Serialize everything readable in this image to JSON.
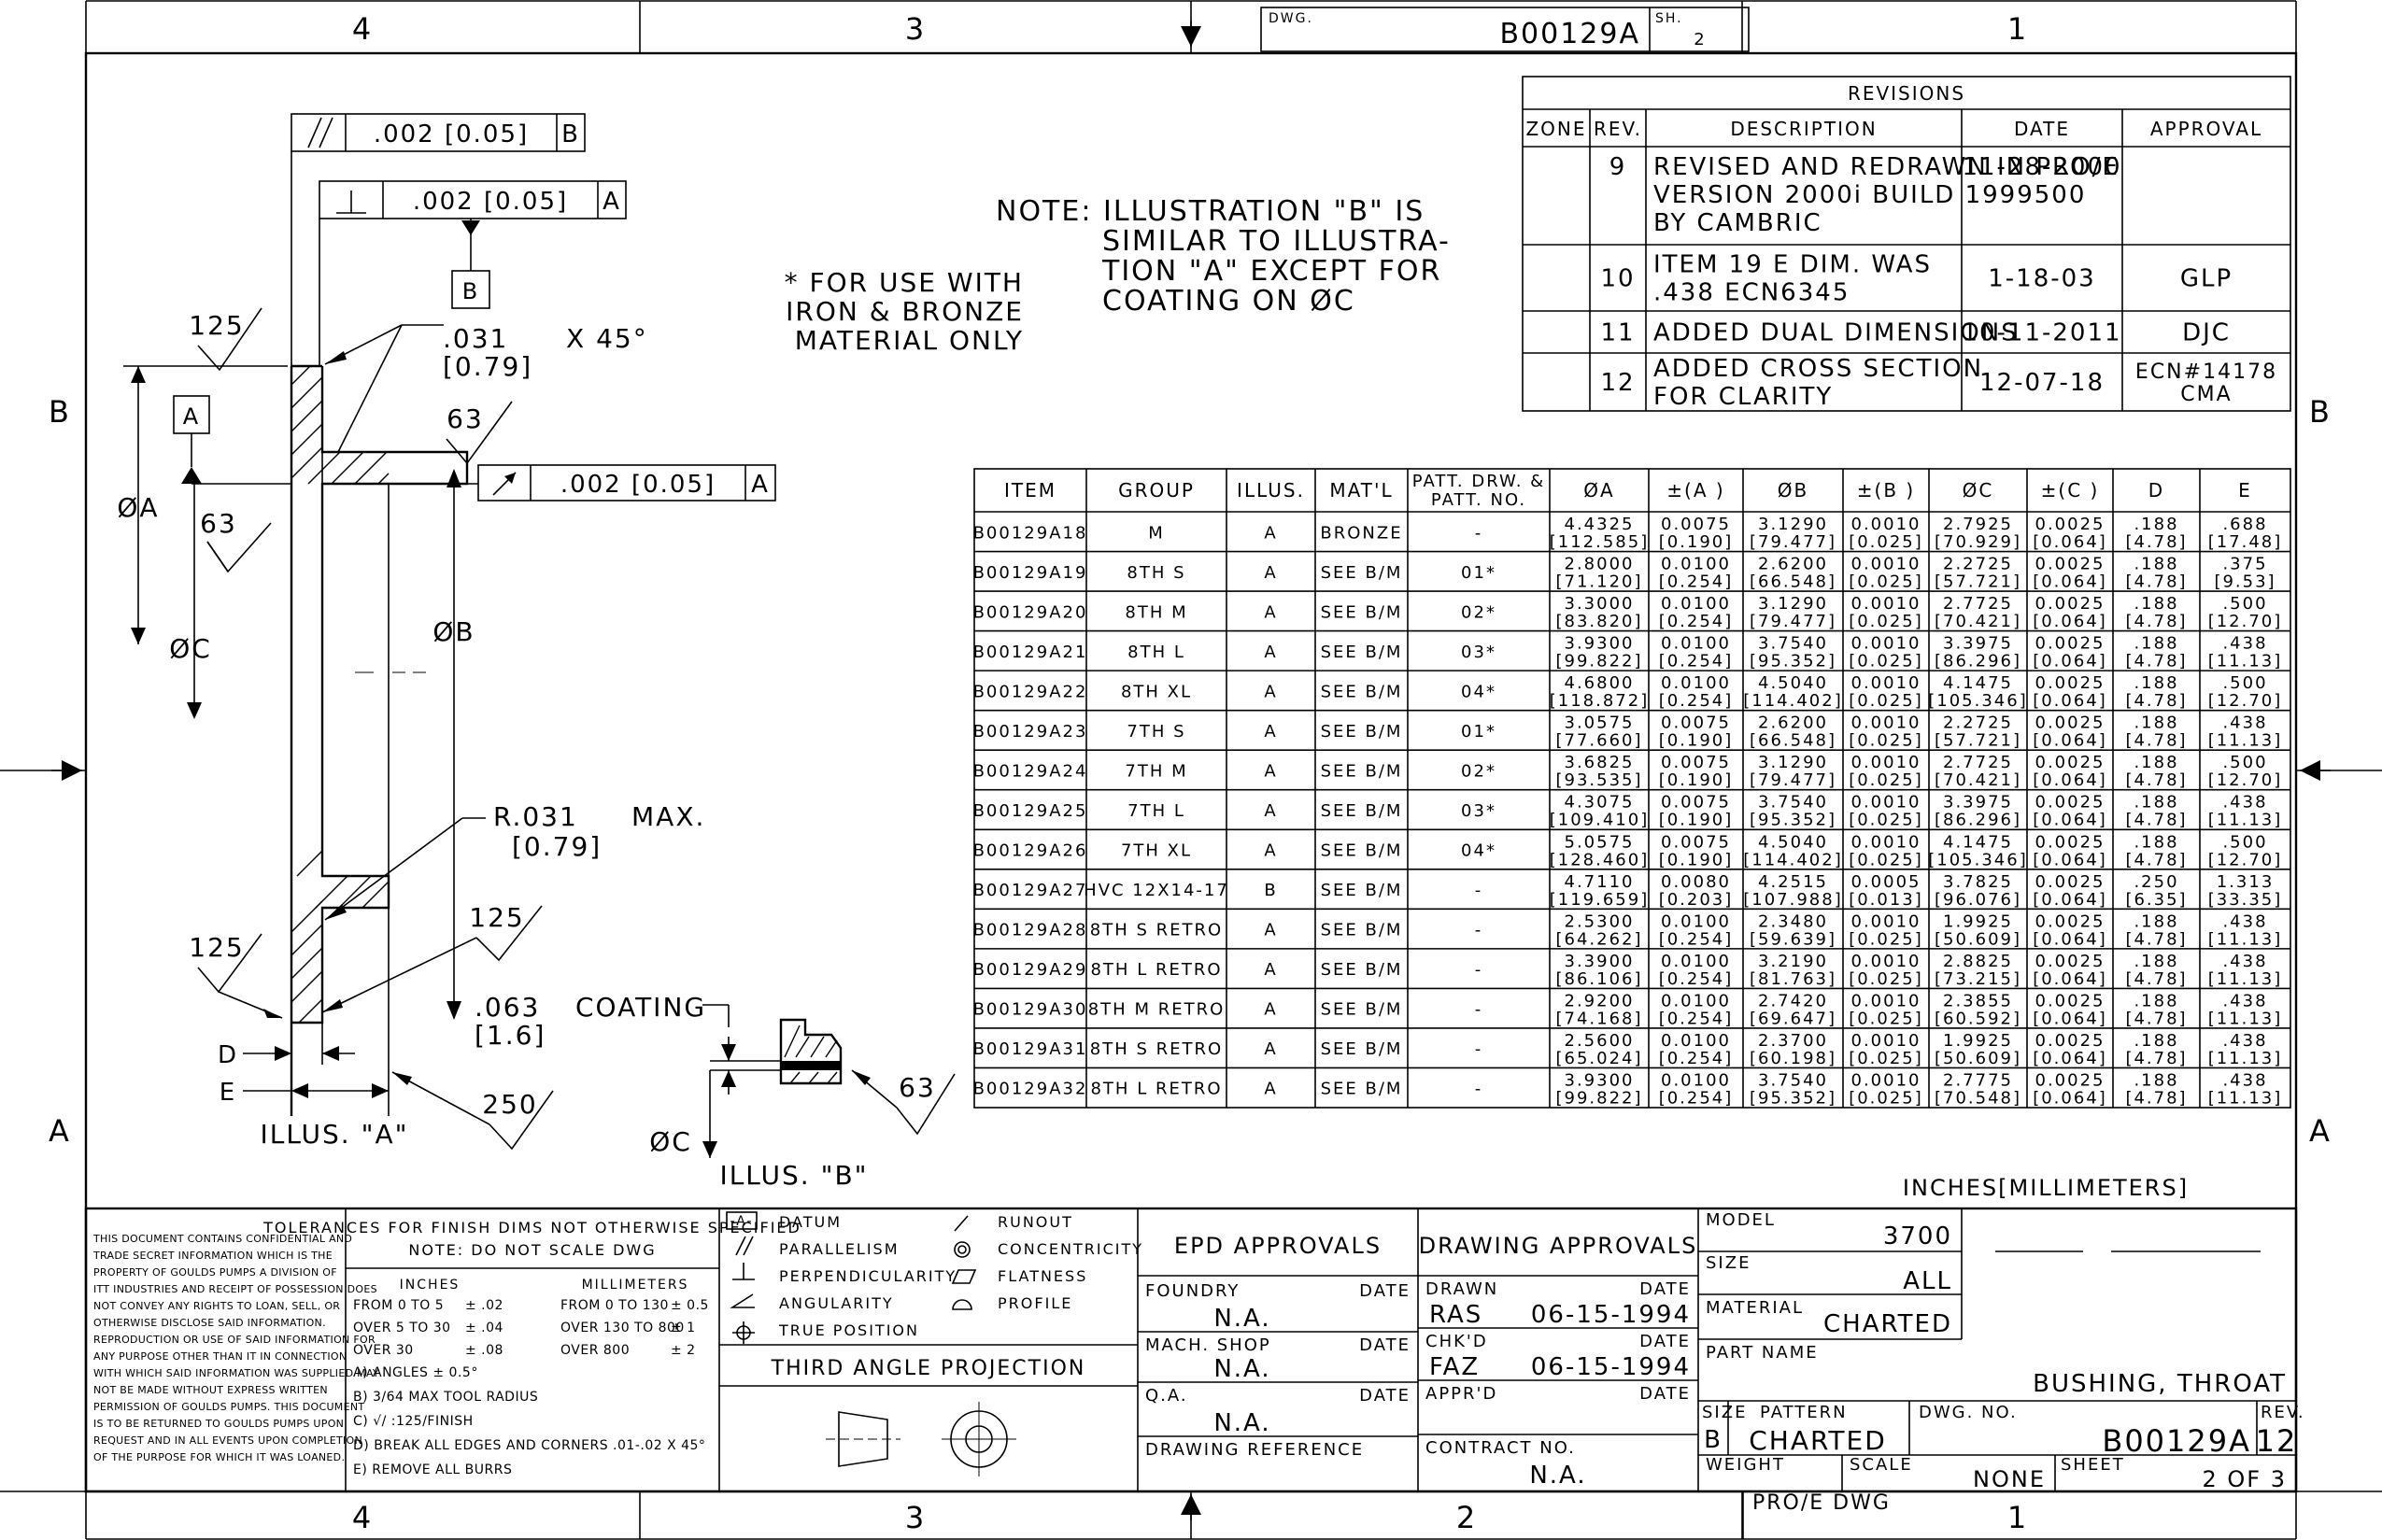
{
  "frame": {
    "top_zones": [
      "4",
      "3",
      "1"
    ],
    "bottom_zones": [
      "4",
      "3",
      "2",
      "1"
    ],
    "side_zones": [
      "B",
      "A"
    ],
    "dwg_label": "DWG.",
    "dwg_number": "B00129A",
    "sh_label": "SH.",
    "sh_value": "2"
  },
  "revisions": {
    "title": "REVISIONS",
    "headers": [
      "ZONE",
      "REV.",
      "DESCRIPTION",
      "DATE",
      "APPROVAL"
    ],
    "rows": [
      {
        "rev": "9",
        "desc": [
          "REVISED AND REDRAWN IN PRO/E",
          "VERSION 2000i BUILD 1999500",
          "BY CAMBRIC"
        ],
        "date": "11-28-2000",
        "approval": [
          ""
        ]
      },
      {
        "rev": "10",
        "desc": [
          "ITEM 19 E DIM. WAS",
          ".438 ECN6345"
        ],
        "date": "1-18-03",
        "approval": [
          "GLP"
        ]
      },
      {
        "rev": "11",
        "desc": [
          "ADDED DUAL DIMENSIONS"
        ],
        "date": "10-11-2011",
        "approval": [
          "DJC"
        ]
      },
      {
        "rev": "12",
        "desc": [
          "ADDED CROSS SECTION",
          "FOR CLARITY"
        ],
        "date": "12-07-18",
        "approval": [
          "ECN#14178",
          "CMA"
        ]
      }
    ]
  },
  "notes": {
    "note_main": [
      "NOTE: ILLUSTRATION \"B\" IS",
      "SIMILAR TO ILLUSTRA-",
      "TION \"A\" EXCEPT FOR",
      "COATING ON ØC"
    ],
    "note_iron": [
      "* FOR USE WITH",
      "IRON & BRONZE",
      "MATERIAL ONLY"
    ]
  },
  "drawing": {
    "fcf_parallel": {
      "tol": ".002 [0.05]",
      "datum": "B"
    },
    "fcf_perp": {
      "tol": ".002 [0.05]",
      "datum": "A"
    },
    "fcf_runout": {
      "tol": ".002 [0.05]",
      "datum": "A"
    },
    "datum_a": "A",
    "datum_b": "B",
    "chamfer": ".031",
    "chamfer_angle": "X 45°",
    "chamfer_mm": "[0.79]",
    "finish_125": "125",
    "finish_63": "63",
    "finish_250": "250",
    "radius": "R.031",
    "radius_max": "MAX.",
    "radius_mm": "[0.79]",
    "coating": ".063",
    "coating_word": "COATING",
    "coating_mm": "[1.6]",
    "dim_a": "ØA",
    "dim_b": "ØB",
    "dim_c": "ØC",
    "dim_d": "D",
    "dim_e": "E",
    "illus_a": "ILLUS. \"A\"",
    "illus_b": "ILLUS. \"B\"",
    "units_note": "INCHES[MILLIMETERS]"
  },
  "parts_table": {
    "headers": [
      "ITEM",
      "GROUP",
      "ILLUS.",
      "MAT'L",
      "PATT. DRW. &",
      "PATT. NO.",
      "ØA",
      "±(A )",
      "ØB",
      "±(B )",
      "ØC",
      "±(C )",
      "D",
      "E"
    ],
    "rows": [
      {
        "item": "B00129A18",
        "group": "M",
        "illus": "A",
        "matl": "BRONZE",
        "patt": "-",
        "a": [
          "4.4325",
          "[112.585]"
        ],
        "pa": [
          "0.0075",
          "[0.190]"
        ],
        "b": [
          "3.1290",
          "[79.477]"
        ],
        "pb": [
          "0.0010",
          "[0.025]"
        ],
        "c": [
          "2.7925",
          "[70.929]"
        ],
        "pc": [
          "0.0025",
          "[0.064]"
        ],
        "d": [
          ".188",
          "[4.78]"
        ],
        "e": [
          ".688",
          "[17.48]"
        ]
      },
      {
        "item": "B00129A19",
        "group": "8TH S",
        "illus": "A",
        "matl": "SEE B/M",
        "patt": "01*",
        "a": [
          "2.8000",
          "[71.120]"
        ],
        "pa": [
          "0.0100",
          "[0.254]"
        ],
        "b": [
          "2.6200",
          "[66.548]"
        ],
        "pb": [
          "0.0010",
          "[0.025]"
        ],
        "c": [
          "2.2725",
          "[57.721]"
        ],
        "pc": [
          "0.0025",
          "[0.064]"
        ],
        "d": [
          ".188",
          "[4.78]"
        ],
        "e": [
          ".375",
          "[9.53]"
        ]
      },
      {
        "item": "B00129A20",
        "group": "8TH M",
        "illus": "A",
        "matl": "SEE B/M",
        "patt": "02*",
        "a": [
          "3.3000",
          "[83.820]"
        ],
        "pa": [
          "0.0100",
          "[0.254]"
        ],
        "b": [
          "3.1290",
          "[79.477]"
        ],
        "pb": [
          "0.0010",
          "[0.025]"
        ],
        "c": [
          "2.7725",
          "[70.421]"
        ],
        "pc": [
          "0.0025",
          "[0.064]"
        ],
        "d": [
          ".188",
          "[4.78]"
        ],
        "e": [
          ".500",
          "[12.70]"
        ]
      },
      {
        "item": "B00129A21",
        "group": "8TH L",
        "illus": "A",
        "matl": "SEE B/M",
        "patt": "03*",
        "a": [
          "3.9300",
          "[99.822]"
        ],
        "pa": [
          "0.0100",
          "[0.254]"
        ],
        "b": [
          "3.7540",
          "[95.352]"
        ],
        "pb": [
          "0.0010",
          "[0.025]"
        ],
        "c": [
          "3.3975",
          "[86.296]"
        ],
        "pc": [
          "0.0025",
          "[0.064]"
        ],
        "d": [
          ".188",
          "[4.78]"
        ],
        "e": [
          ".438",
          "[11.13]"
        ]
      },
      {
        "item": "B00129A22",
        "group": "8TH XL",
        "illus": "A",
        "matl": "SEE B/M",
        "patt": "04*",
        "a": [
          "4.6800",
          "[118.872]"
        ],
        "pa": [
          "0.0100",
          "[0.254]"
        ],
        "b": [
          "4.5040",
          "[114.402]"
        ],
        "pb": [
          "0.0010",
          "[0.025]"
        ],
        "c": [
          "4.1475",
          "[105.346]"
        ],
        "pc": [
          "0.0025",
          "[0.064]"
        ],
        "d": [
          ".188",
          "[4.78]"
        ],
        "e": [
          ".500",
          "[12.70]"
        ]
      },
      {
        "item": "B00129A23",
        "group": "7TH S",
        "illus": "A",
        "matl": "SEE B/M",
        "patt": "01*",
        "a": [
          "3.0575",
          "[77.660]"
        ],
        "pa": [
          "0.0075",
          "[0.190]"
        ],
        "b": [
          "2.6200",
          "[66.548]"
        ],
        "pb": [
          "0.0010",
          "[0.025]"
        ],
        "c": [
          "2.2725",
          "[57.721]"
        ],
        "pc": [
          "0.0025",
          "[0.064]"
        ],
        "d": [
          ".188",
          "[4.78]"
        ],
        "e": [
          ".438",
          "[11.13]"
        ]
      },
      {
        "item": "B00129A24",
        "group": "7TH M",
        "illus": "A",
        "matl": "SEE B/M",
        "patt": "02*",
        "a": [
          "3.6825",
          "[93.535]"
        ],
        "pa": [
          "0.0075",
          "[0.190]"
        ],
        "b": [
          "3.1290",
          "[79.477]"
        ],
        "pb": [
          "0.0010",
          "[0.025]"
        ],
        "c": [
          "2.7725",
          "[70.421]"
        ],
        "pc": [
          "0.0025",
          "[0.064]"
        ],
        "d": [
          ".188",
          "[4.78]"
        ],
        "e": [
          ".500",
          "[12.70]"
        ]
      },
      {
        "item": "B00129A25",
        "group": "7TH L",
        "illus": "A",
        "matl": "SEE B/M",
        "patt": "03*",
        "a": [
          "4.3075",
          "[109.410]"
        ],
        "pa": [
          "0.0075",
          "[0.190]"
        ],
        "b": [
          "3.7540",
          "[95.352]"
        ],
        "pb": [
          "0.0010",
          "[0.025]"
        ],
        "c": [
          "3.3975",
          "[86.296]"
        ],
        "pc": [
          "0.0025",
          "[0.064]"
        ],
        "d": [
          ".188",
          "[4.78]"
        ],
        "e": [
          ".438",
          "[11.13]"
        ]
      },
      {
        "item": "B00129A26",
        "group": "7TH XL",
        "illus": "A",
        "matl": "SEE B/M",
        "patt": "04*",
        "a": [
          "5.0575",
          "[128.460]"
        ],
        "pa": [
          "0.0075",
          "[0.190]"
        ],
        "b": [
          "4.5040",
          "[114.402]"
        ],
        "pb": [
          "0.0010",
          "[0.025]"
        ],
        "c": [
          "4.1475",
          "[105.346]"
        ],
        "pc": [
          "0.0025",
          "[0.064]"
        ],
        "d": [
          ".188",
          "[4.78]"
        ],
        "e": [
          ".500",
          "[12.70]"
        ]
      },
      {
        "item": "B00129A27",
        "group": "HVC 12X14-17",
        "illus": "B",
        "matl": "SEE B/M",
        "patt": "-",
        "a": [
          "4.7110",
          "[119.659]"
        ],
        "pa": [
          "0.0080",
          "[0.203]"
        ],
        "b": [
          "4.2515",
          "[107.988]"
        ],
        "pb": [
          "0.0005",
          "[0.013]"
        ],
        "c": [
          "3.7825",
          "[96.076]"
        ],
        "pc": [
          "0.0025",
          "[0.064]"
        ],
        "d": [
          ".250",
          "[6.35]"
        ],
        "e": [
          "1.313",
          "[33.35]"
        ]
      },
      {
        "item": "B00129A28",
        "group": "8TH S RETRO",
        "illus": "A",
        "matl": "SEE B/M",
        "patt": "-",
        "a": [
          "2.5300",
          "[64.262]"
        ],
        "pa": [
          "0.0100",
          "[0.254]"
        ],
        "b": [
          "2.3480",
          "[59.639]"
        ],
        "pb": [
          "0.0010",
          "[0.025]"
        ],
        "c": [
          "1.9925",
          "[50.609]"
        ],
        "pc": [
          "0.0025",
          "[0.064]"
        ],
        "d": [
          ".188",
          "[4.78]"
        ],
        "e": [
          ".438",
          "[11.13]"
        ]
      },
      {
        "item": "B00129A29",
        "group": "8TH L RETRO",
        "illus": "A",
        "matl": "SEE B/M",
        "patt": "-",
        "a": [
          "3.3900",
          "[86.106]"
        ],
        "pa": [
          "0.0100",
          "[0.254]"
        ],
        "b": [
          "3.2190",
          "[81.763]"
        ],
        "pb": [
          "0.0010",
          "[0.025]"
        ],
        "c": [
          "2.8825",
          "[73.215]"
        ],
        "pc": [
          "0.0025",
          "[0.064]"
        ],
        "d": [
          ".188",
          "[4.78]"
        ],
        "e": [
          ".438",
          "[11.13]"
        ]
      },
      {
        "item": "B00129A30",
        "group": "8TH M RETRO",
        "illus": "A",
        "matl": "SEE B/M",
        "patt": "-",
        "a": [
          "2.9200",
          "[74.168]"
        ],
        "pa": [
          "0.0100",
          "[0.254]"
        ],
        "b": [
          "2.7420",
          "[69.647]"
        ],
        "pb": [
          "0.0010",
          "[0.025]"
        ],
        "c": [
          "2.3855",
          "[60.592]"
        ],
        "pc": [
          "0.0025",
          "[0.064]"
        ],
        "d": [
          ".188",
          "[4.78]"
        ],
        "e": [
          ".438",
          "[11.13]"
        ]
      },
      {
        "item": "B00129A31",
        "group": "8TH S RETRO",
        "illus": "A",
        "matl": "SEE B/M",
        "patt": "-",
        "a": [
          "2.5600",
          "[65.024]"
        ],
        "pa": [
          "0.0100",
          "[0.254]"
        ],
        "b": [
          "2.3700",
          "[60.198]"
        ],
        "pb": [
          "0.0010",
          "[0.025]"
        ],
        "c": [
          "1.9925",
          "[50.609]"
        ],
        "pc": [
          "0.0025",
          "[0.064]"
        ],
        "d": [
          ".188",
          "[4.78]"
        ],
        "e": [
          ".438",
          "[11.13]"
        ]
      },
      {
        "item": "B00129A32",
        "group": "8TH L RETRO",
        "illus": "A",
        "matl": "SEE B/M",
        "patt": "-",
        "a": [
          "3.9300",
          "[99.822]"
        ],
        "pa": [
          "0.0100",
          "[0.254]"
        ],
        "b": [
          "3.7540",
          "[95.352]"
        ],
        "pb": [
          "0.0010",
          "[0.025]"
        ],
        "c": [
          "2.7775",
          "[70.548]"
        ],
        "pc": [
          "0.0025",
          "[0.064]"
        ],
        "d": [
          ".188",
          "[4.78]"
        ],
        "e": [
          ".438",
          "[11.13]"
        ]
      }
    ]
  },
  "title_block": {
    "confidential": [
      "THIS DOCUMENT CONTAINS CONFIDENTIAL AND",
      "TRADE SECRET INFORMATION WHICH IS THE",
      "PROPERTY OF GOULDS PUMPS A DIVISION OF",
      "ITT INDUSTRIES AND RECEIPT OF POSSESSION DOES",
      "NOT CONVEY ANY RIGHTS TO LOAN, SELL, OR",
      "OTHERWISE DISCLOSE SAID INFORMATION.",
      "REPRODUCTION OR USE OF SAID INFORMATION FOR",
      "ANY PURPOSE OTHER THAN IT IN CONNECTION",
      "WITH WHICH SAID INFORMATION WAS SUPPLIED MAY",
      "NOT BE MADE WITHOUT EXPRESS WRITTEN",
      "PERMISSION OF GOULDS PUMPS. THIS DOCUMENT",
      "IS TO BE RETURNED TO GOULDS PUMPS UPON",
      "REQUEST AND IN ALL EVENTS UPON COMPLETION",
      "OF THE PURPOSE FOR WHICH IT WAS LOANED."
    ],
    "tol_title": [
      "TOLERANCES FOR FINISH DIMS NOT OTHERWISE SPECIFIED",
      "NOTE: DO NOT SCALE DWG"
    ],
    "tol_inches_head": "INCHES",
    "tol_mm_head": "MILLIMETERS",
    "tol_inches": [
      [
        "FROM 0 TO 5",
        "± .02"
      ],
      [
        "OVER 5 TO 30",
        "± .04"
      ],
      [
        "OVER 30",
        "± .08"
      ]
    ],
    "tol_mm": [
      [
        "FROM 0 TO 130",
        "± 0.5"
      ],
      [
        "OVER 130 TO 800",
        "± 1"
      ],
      [
        "OVER 800",
        "± 2"
      ]
    ],
    "tol_notes": [
      "A) ANGLES ± 0.5°",
      "B) 3/64 MAX TOOL RADIUS",
      "C) √/ :125/FINISH",
      "D) BREAK ALL EDGES AND CORNERS .01-.02 X 45°",
      "E) REMOVE ALL BURRS"
    ],
    "symbols_left": [
      "DATUM",
      "PARALLELISM",
      "PERPENDICULARITY",
      "ANGULARITY",
      "TRUE POSITION"
    ],
    "symbols_right": [
      "RUNOUT",
      "CONCENTRICITY",
      "FLATNESS",
      "PROFILE"
    ],
    "datum_symbol": "-A-",
    "projection": "THIRD ANGLE PROJECTION",
    "epd_approvals": "EPD APPROVALS",
    "drawing_approvals": "DRAWING APPROVALS",
    "foundry": "FOUNDRY",
    "foundry_val": "N.A.",
    "mach_shop": "MACH. SHOP",
    "mach_val": "N.A.",
    "qa": "Q.A.",
    "qa_val": "N.A.",
    "date_label": "DATE",
    "drawing_reference": "DRAWING REFERENCE",
    "drawn": "DRAWN",
    "drawn_by": "RAS",
    "drawn_date": "06-15-1994",
    "chkd": "CHK'D",
    "chkd_by": "FAZ",
    "chkd_date": "06-15-1994",
    "apprd": "APPR'D",
    "contract_no": "CONTRACT NO.",
    "contract_val": "N.A.",
    "model": "MODEL",
    "model_val": "3700",
    "size": "SIZE",
    "size_val": "ALL",
    "material": "MATERIAL",
    "material_val": "CHARTED",
    "part_name": "PART NAME",
    "part_name_val": "BUSHING, THROAT",
    "size_label": "SIZE",
    "size_letter": "B",
    "pattern": "PATTERN",
    "pattern_val": "CHARTED",
    "dwg_no": "DWG. NO.",
    "dwg_no_val": "B00129A",
    "rev": "REV.",
    "rev_val": "12",
    "weight": "WEIGHT",
    "scale": "SCALE",
    "scale_val": "NONE",
    "sheet": "SHEET",
    "sheet_val": "2 OF 3",
    "proe_dwg": "PRO/E DWG"
  }
}
